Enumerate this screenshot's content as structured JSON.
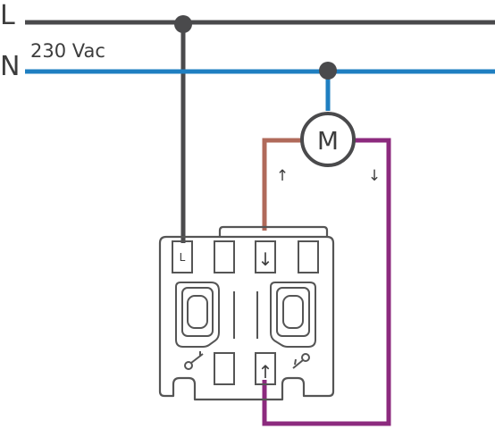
{
  "labels": {
    "line": "L",
    "neutral": "N",
    "voltage": "230 Vac",
    "motor": "M",
    "terminal_l": "L"
  },
  "arrows": {
    "up": "↑",
    "down": "↓"
  },
  "colors": {
    "line_wire": "#4a4a4c",
    "neutral_wire": "#1f7fc1",
    "up_wire": "#b06a5a",
    "down_wire": "#8c2a7e",
    "outline": "#555555",
    "background": "#ffffff"
  },
  "components": {
    "motor": "motor-icon",
    "switch": "double-rocker-switch",
    "symbol_up": "shutter-up-symbol",
    "symbol_down": "shutter-down-symbol"
  }
}
